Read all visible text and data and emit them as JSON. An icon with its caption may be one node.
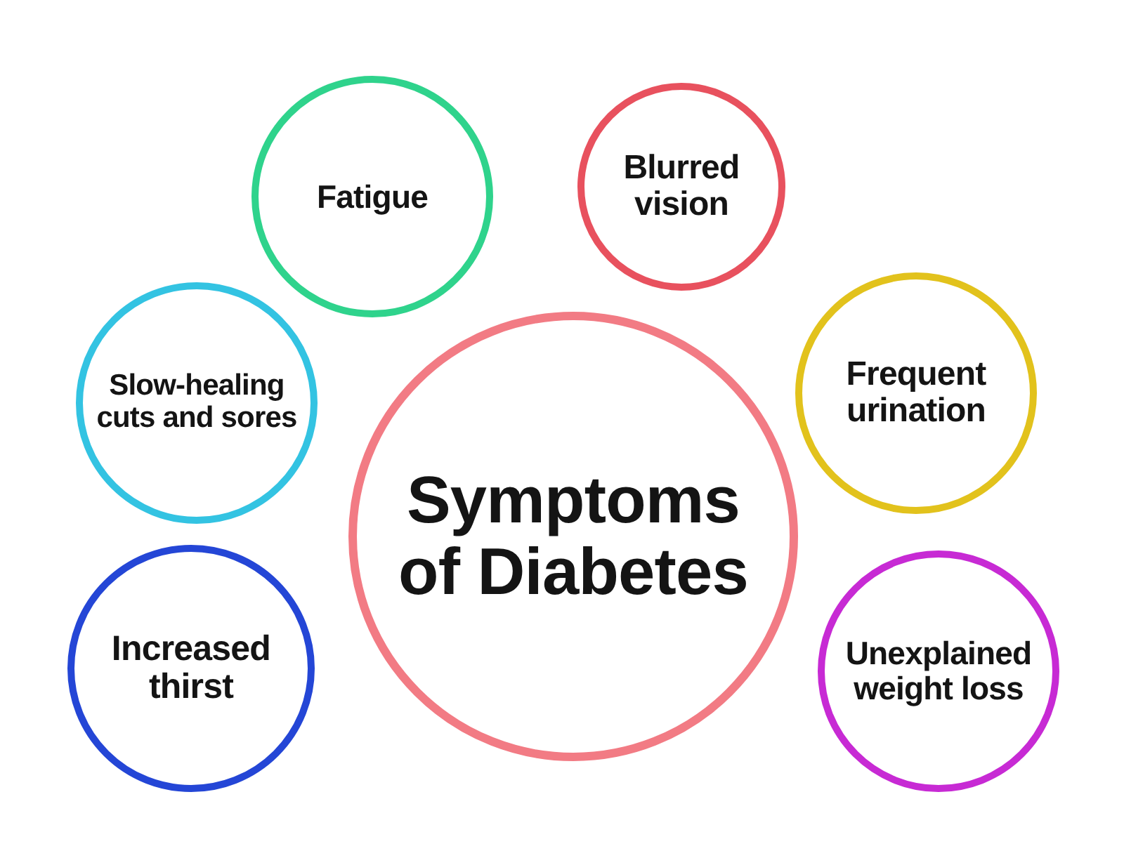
{
  "diagram": {
    "nodes": [
      {
        "text": [
          "Symptoms of Diabetes"
        ]
      },
      {
        "text": [
          "Fatigue"
        ]
      },
      {
        "text": [
          "Blurred vision"
        ]
      },
      {
        "text": [
          "Slow-healing cuts and sores"
        ]
      },
      {
        "text": [
          "Frequent urination"
        ]
      },
      {
        "text": [
          "Increased thirst"
        ]
      },
      {
        "text": [
          "Unexplained weight loss"
        ]
      }
    ],
    "edges": []
  }
}
